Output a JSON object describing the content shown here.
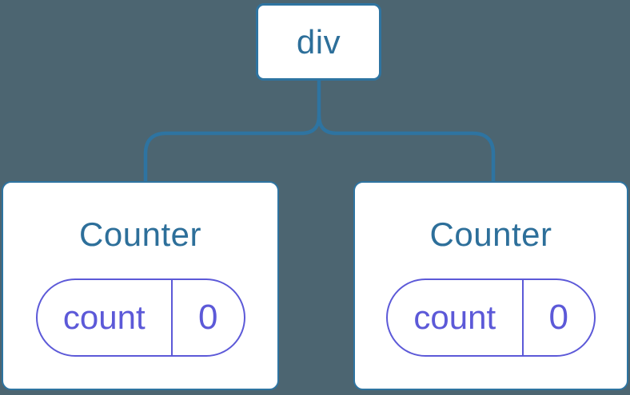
{
  "colors": {
    "background": "#4C6571",
    "node_stroke": "#2E74A1",
    "node_text": "#2D6F9A",
    "state_accent": "#5C59D8",
    "card_bg": "#FFFFFF"
  },
  "tree": {
    "root": {
      "label": "div"
    },
    "children": [
      {
        "label": "Counter",
        "state": {
          "key": "count",
          "value": "0"
        }
      },
      {
        "label": "Counter",
        "state": {
          "key": "count",
          "value": "0"
        }
      }
    ]
  }
}
